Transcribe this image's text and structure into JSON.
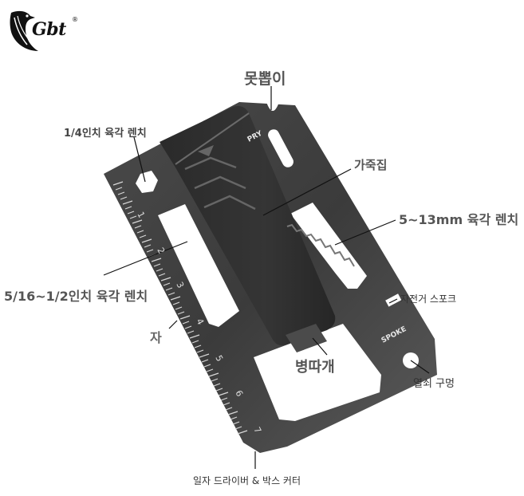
{
  "brand": {
    "name": "Gbt",
    "registered_mark": "®",
    "icon": "eagle-head-logo-icon"
  },
  "product": {
    "type": "multi-tool wallet card with leather sheath clip",
    "engravings": {
      "pry": "PRY",
      "spoke": "SPOKE"
    },
    "ruler_ticks": [
      "1",
      "2",
      "3",
      "4",
      "5",
      "6",
      "7"
    ]
  },
  "callouts": [
    {
      "id": "nail-puller",
      "text": "못뽑이"
    },
    {
      "id": "quarter-inch-hex",
      "text": "1/4인치 육각 렌치"
    },
    {
      "id": "sheath",
      "text": "가죽집"
    },
    {
      "id": "metric-hex",
      "text": "5~13mm 육각 렌치"
    },
    {
      "id": "imperial-hex",
      "text": "5/16~1/2인치 육각 렌치"
    },
    {
      "id": "bike-spoke",
      "text": "자전거 스포크"
    },
    {
      "id": "ruler",
      "text": "자"
    },
    {
      "id": "bottle-opener",
      "text": "병따개"
    },
    {
      "id": "key-hole",
      "text": "열쇠 구멍"
    },
    {
      "id": "screwdriver-cutter",
      "text": "일자 드라이버 & 박스 커터"
    }
  ],
  "colors": {
    "card_dark": "#3a3a3a",
    "card_mid": "#555555",
    "clip": "#2e2e2e",
    "label_text": "#555555",
    "leader_line": "#111111",
    "background": "#ffffff"
  }
}
